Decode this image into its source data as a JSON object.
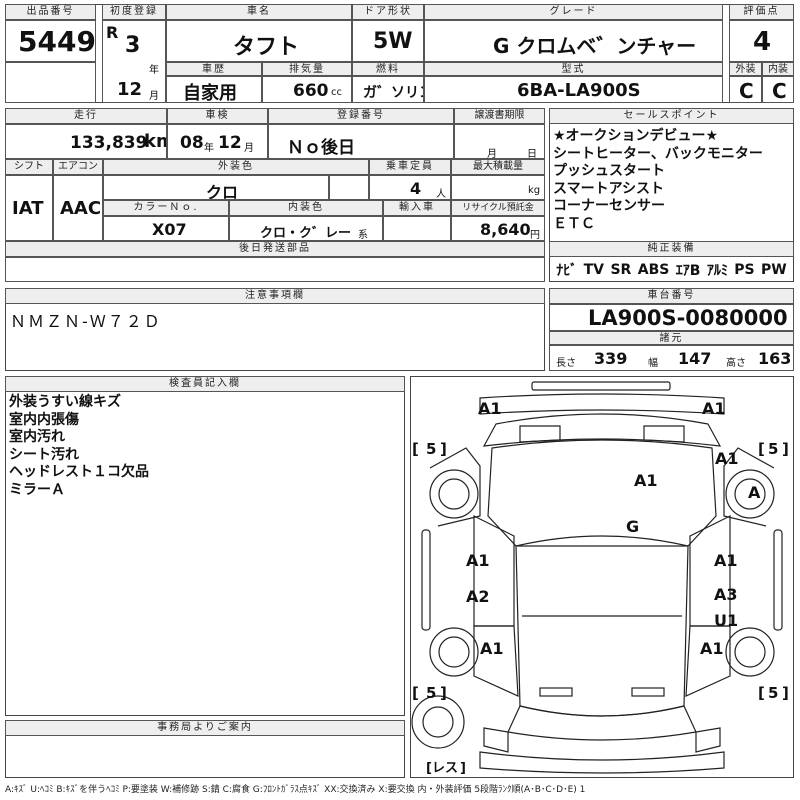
{
  "top": {
    "lot_no": {
      "label": "出品番号",
      "value": "5449"
    },
    "first_reg": {
      "label": "初度登録",
      "era": "R",
      "year": "3",
      "year_unit": "年",
      "month": "12",
      "month_unit": "月"
    },
    "name": {
      "label": "車名",
      "value": "タフト"
    },
    "door": {
      "label": "ドア形状",
      "value": "5W"
    },
    "grade": {
      "label": "グレード",
      "value": "G クロムベ゛ンチャー"
    },
    "score": {
      "label": "評価点",
      "value": "4"
    },
    "history": {
      "label": "車歴",
      "value": "自家用"
    },
    "displacement": {
      "label": "排気量",
      "value": "660",
      "unit": "cc"
    },
    "fuel": {
      "label": "燃料",
      "value": "ガ゛ソリン"
    },
    "model": {
      "label": "型式",
      "value": "6BA-LA900S"
    },
    "exterior_grade": {
      "label": "外装",
      "value": "C"
    },
    "interior_grade": {
      "label": "内装",
      "value": "C"
    }
  },
  "mid": {
    "mileage": {
      "label": "走行",
      "value": "133,839",
      "unit": "km"
    },
    "inspection": {
      "label": "車検",
      "year": "08",
      "year_unit": "年",
      "month": "12",
      "month_unit": "月"
    },
    "reg_no": {
      "label": "登録番号",
      "value": "Ｎｏ後日"
    },
    "transfer": {
      "label": "譲渡書期限",
      "month_unit": "月",
      "day_unit": "日"
    },
    "shift": {
      "label": "シフト",
      "value": "IAT"
    },
    "ac": {
      "label": "エアコン",
      "value": "AAC"
    },
    "exterior_color": {
      "label": "外装色",
      "value": "クロ"
    },
    "capacity": {
      "label": "乗車定員",
      "value": "4",
      "unit": "人"
    },
    "max_load": {
      "label": "最大積載量",
      "unit": "kg"
    },
    "color_no": {
      "label": "カラーＮｏ.",
      "value": "X07"
    },
    "interior_color": {
      "label": "内装色",
      "value": "クロ・ク゛レー",
      "unit": "系"
    },
    "import": {
      "label": "輸入車"
    },
    "recycle": {
      "label": "リサイクル預託金",
      "value": "8,640",
      "unit": "円"
    },
    "later_parts": {
      "label": "後日発送部品"
    }
  },
  "sales_points": {
    "label": "セールスポイント",
    "items": [
      "★オークションデビュー★",
      "シートヒーター、バックモニター",
      "プッシュスタート",
      "スマートアシスト",
      "コーナーセンサー",
      "ＥＴＣ"
    ]
  },
  "genuine_equipment": {
    "label": "純正装備",
    "items": [
      "ﾅﾋﾞ",
      "TV",
      "SR",
      "ABS",
      "ｴｱB",
      "ｱﾙﾐ",
      "PS",
      "PW"
    ]
  },
  "notes": {
    "label": "注意事項欄",
    "text": "ＮＭＺＮ-Ｗ７２Ｄ"
  },
  "chassis": {
    "label": "車台番号",
    "value": "LA900S-0080000"
  },
  "specs": {
    "label": "諸元",
    "length_label": "長さ",
    "length": "339",
    "width_label": "幅",
    "width": "147",
    "height_label": "高さ",
    "height": "163"
  },
  "inspector": {
    "label": "検査員記入欄",
    "lines": [
      "外装うすい線キズ",
      "室内内張傷",
      "室内汚れ",
      "シート汚れ",
      "ヘッドレスト１コ欠品",
      "ミラーＡ"
    ]
  },
  "office": {
    "label": "事務局よりご案内"
  },
  "diagram": {
    "marks": {
      "front_left": "A1",
      "front_right": "A1",
      "fender_fr": "A1",
      "wheel_fr": "A",
      "hood": "A1",
      "roof": "G",
      "door_fl": "A1",
      "door_fr": "A1",
      "door_rl": "A2",
      "door_rr": "A3",
      "door_rr2": "U1",
      "rear_l": "A1",
      "rear_r": "A1"
    },
    "tires": {
      "fl": "5",
      "fr": "5",
      "rl": "5",
      "rr": "5",
      "spare": "レス"
    },
    "tire_bracket_l": "[",
    "tire_bracket_r": "]"
  },
  "legend": "A:ｷｽﾞ U:ﾍｺﾐ B:ｷｽﾞを伴うﾍｺﾐ P:要塗装 W:補修跡 S:錆 C:腐食 G:ﾌﾛﾝﾄｶﾞﾗｽ点ｷｽﾞ XX:交換済み X:要交換 内・外装評価 5段階ﾗﾝｸ順(A･B･C･D･E) 1"
}
